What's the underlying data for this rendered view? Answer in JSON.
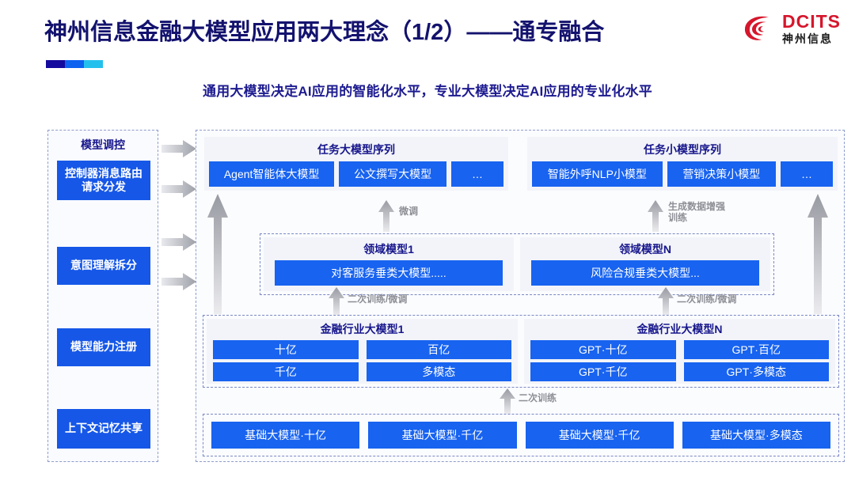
{
  "header": {
    "title": "神州信息金融大模型应用两大理念（1/2）——通专融合",
    "subtitle": "通用大模型决定AI应用的智能化水平，专业大模型决定AI应用的专业化水平",
    "logo": {
      "en": "DCITS",
      "cn": "神州信息",
      "mark": "dcits-swirl-icon"
    },
    "accent_colors": [
      "#140a9e",
      "#0d62ef",
      "#24c0ed"
    ]
  },
  "control_column": {
    "title": "模型调控",
    "items": [
      {
        "label": "控制器消息路由请求分发"
      },
      {
        "label": "意图理解拆分"
      },
      {
        "label": "模型能力注册"
      },
      {
        "label": "上下文记忆共享"
      }
    ]
  },
  "task_sequences": [
    {
      "title": "任务大模型序列",
      "chips": [
        "Agent智能体大模型",
        "公文撰写大模型",
        "…"
      ]
    },
    {
      "title": "任务小模型序列",
      "chips": [
        "智能外呼NLP小模型",
        "营销决策小模型",
        "…"
      ]
    }
  ],
  "domain_models": [
    {
      "title": "领域模型1",
      "chip": "对客服务垂类大模型....."
    },
    {
      "title": "领域模型N",
      "chip": "风险合规垂类大模型..."
    }
  ],
  "industry_models": [
    {
      "title": "金融行业大模型1",
      "chips": [
        "十亿",
        "百亿",
        "千亿",
        "多模态"
      ]
    },
    {
      "title": "金融行业大模型N",
      "chips": [
        "GPT·十亿",
        "GPT·百亿",
        "GPT·千亿",
        "GPT·多模态"
      ]
    }
  ],
  "base_models": [
    "基础大模型·十亿",
    "基础大模型·千亿",
    "基础大模型·千亿",
    "基础大模型·多模态"
  ],
  "flow_labels": {
    "finetune_left": "微调",
    "augment_right": "生成数据增强\n训练",
    "retrain_finetune_left": "二次训练/微调",
    "retrain_finetune_right": "二次训练/微调",
    "retrain_bottom": "二次训练"
  },
  "colors": {
    "chip_blue": "#1863f0",
    "control_blue": "#1657e8",
    "title_navy": "#13126e",
    "subtitle_navy": "#1c1a8f",
    "logo_red": "#d6162c",
    "arrow_gray": "#a9abb2",
    "dashed_border": "#8f9ccb"
  }
}
